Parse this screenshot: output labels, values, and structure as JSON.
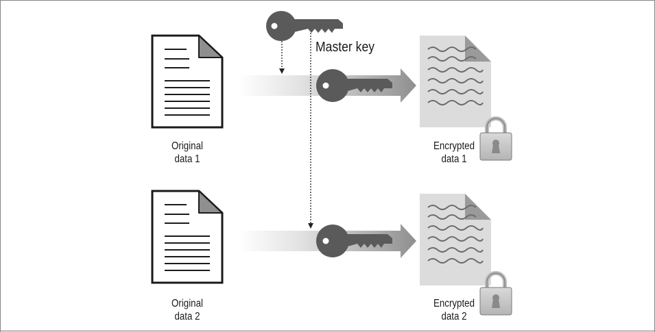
{
  "diagram": {
    "master_key_label": "Master key",
    "rows": [
      {
        "original_label_line1": "Original",
        "original_label_line2": "data 1",
        "encrypted_label_line1": "Encrypted",
        "encrypted_label_line2": "data 1"
      },
      {
        "original_label_line1": "Original",
        "original_label_line2": "data 2",
        "encrypted_label_line1": "Encrypted",
        "encrypted_label_line2": "data 2"
      }
    ],
    "colors": {
      "key": "#5a5a5a",
      "arrow_start": "#f2f2f2",
      "arrow_end": "#8a8a8a",
      "encrypted_doc": "#dcdcdc",
      "lock_body": "#c9c9c9",
      "frame": "#8c8c8c"
    }
  }
}
